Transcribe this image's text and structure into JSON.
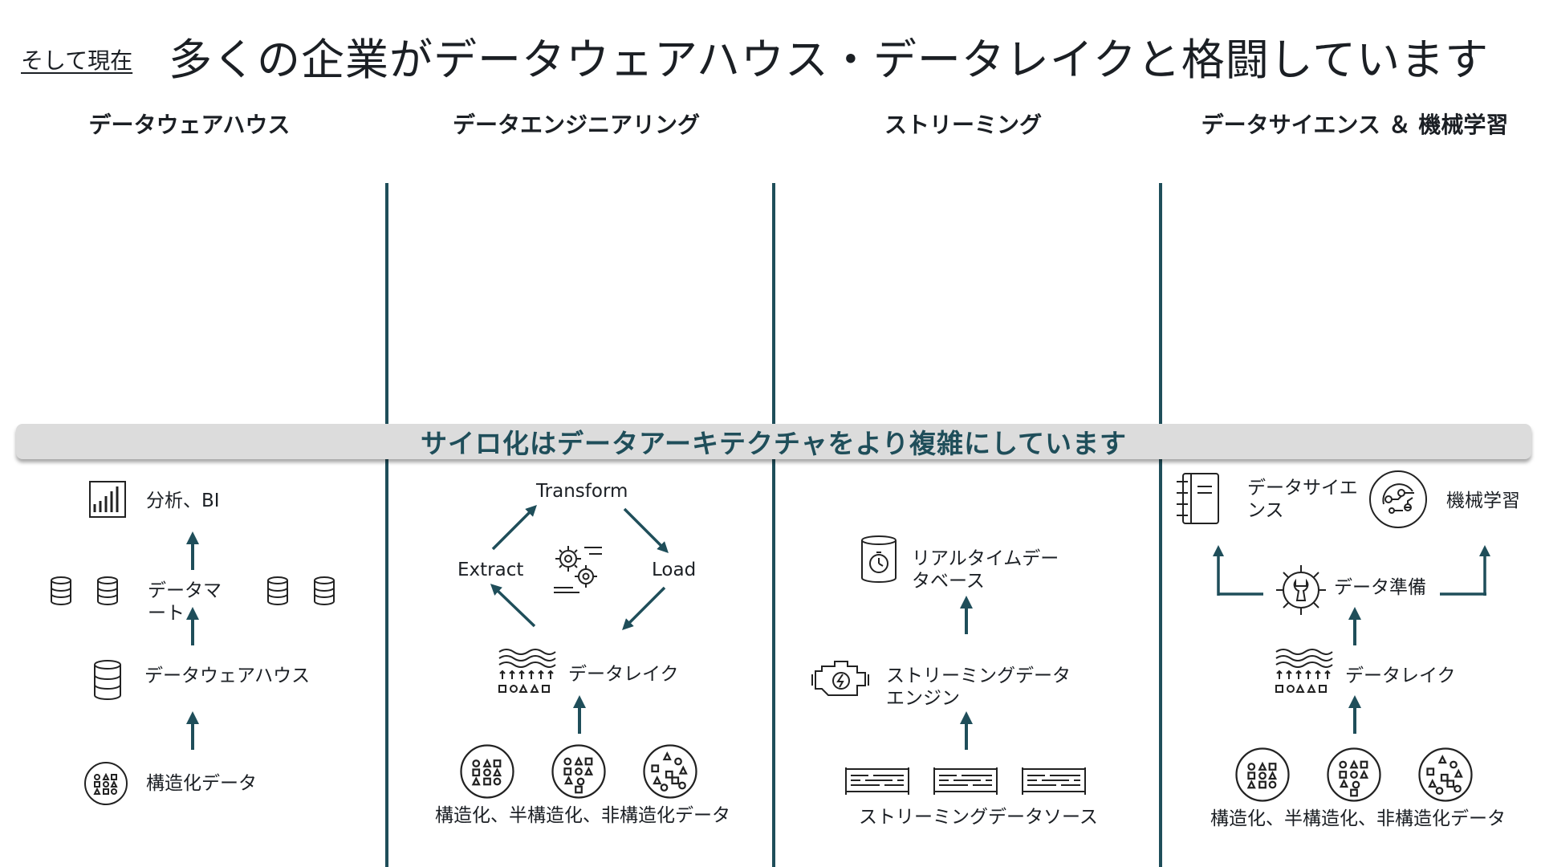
{
  "header": {
    "prefix": "そして現在",
    "title": "多くの企業がデータウェアハウス・データレイクと格闘しています"
  },
  "columns": [
    {
      "heading": "データウェアハウス"
    },
    {
      "heading": "データエンジニアリング"
    },
    {
      "heading": "ストリーミング"
    },
    {
      "heading": "データサイエンス ＆ 機械学習"
    }
  ],
  "banner": {
    "text": "サイロ化はデータアーキテクチャをより複雑にしています"
  },
  "warehouse": {
    "analytics": "分析、BI",
    "datamart": "データマート",
    "warehouse": "データウェアハウス",
    "structured": "構造化データ"
  },
  "engineering": {
    "transform": "Transform",
    "extract": "Extract",
    "load": "Load",
    "lake": "データレイク",
    "sources": "構造化、半構造化、非構造化データ"
  },
  "streaming": {
    "realtime_db": "リアルタイムデータベース",
    "engine": "ストリーミングデータエンジン",
    "sources": "ストリーミングデータソース"
  },
  "science": {
    "data_science": "データサイエンス",
    "ml": "機械学習",
    "prep": "データ準備",
    "lake": "データレイク",
    "sources": "構造化、半構造化、非構造化データ"
  },
  "colors": {
    "accent": "#1f4e5a",
    "banner_bg": "#dcdcdc",
    "text": "#1b1f24"
  }
}
